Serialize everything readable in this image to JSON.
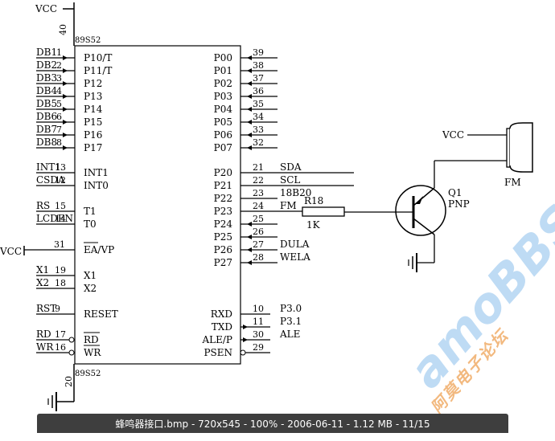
{
  "power": {
    "vcc_top": "VCC",
    "vcc_left": "VCC",
    "vcc_right": "VCC"
  },
  "chip": {
    "name_top": "89S52",
    "name_bottom": "89S52",
    "pin_vcc": "40",
    "pin_gnd": "20"
  },
  "left_pins": [
    {
      "net": "DB1",
      "num": "1",
      "label": "P10/T"
    },
    {
      "net": "DB2",
      "num": "2",
      "label": "P11/T"
    },
    {
      "net": "DB3",
      "num": "3",
      "label": "P12"
    },
    {
      "net": "DB4",
      "num": "4",
      "label": "P13"
    },
    {
      "net": "DB5",
      "num": "5",
      "label": "P14"
    },
    {
      "net": "DB6",
      "num": "6",
      "label": "P15"
    },
    {
      "net": "DB7",
      "num": "7",
      "label": "P16"
    },
    {
      "net": "DB8",
      "num": "8",
      "label": "P17"
    },
    {
      "net": "INT1",
      "num": "13",
      "label": "INT1"
    },
    {
      "net": "CSDA",
      "num": "12",
      "label": "INT0"
    },
    {
      "net": "RS",
      "num": "15",
      "label": "T1"
    },
    {
      "net": "LCDEN",
      "num": "14",
      "label": "T0"
    },
    {
      "net": "",
      "num": "31",
      "label": "EA/VP"
    },
    {
      "net": "X1",
      "num": "19",
      "label": "X1"
    },
    {
      "net": "X2",
      "num": "18",
      "label": "X2"
    },
    {
      "net": "RST",
      "num": "9",
      "label": "RESET"
    },
    {
      "net": "RD",
      "num": "17",
      "label": "RD"
    },
    {
      "net": "WR",
      "num": "16",
      "label": "WR"
    }
  ],
  "right_pins": [
    {
      "num": "39",
      "label": "P00",
      "net": ""
    },
    {
      "num": "38",
      "label": "P01",
      "net": ""
    },
    {
      "num": "37",
      "label": "P02",
      "net": ""
    },
    {
      "num": "36",
      "label": "P03",
      "net": ""
    },
    {
      "num": "35",
      "label": "P04",
      "net": ""
    },
    {
      "num": "34",
      "label": "P05",
      "net": ""
    },
    {
      "num": "33",
      "label": "P06",
      "net": ""
    },
    {
      "num": "32",
      "label": "P07",
      "net": ""
    },
    {
      "num": "21",
      "label": "P20",
      "net": "SDA"
    },
    {
      "num": "22",
      "label": "P21",
      "net": "SCL"
    },
    {
      "num": "23",
      "label": "P22",
      "net": "18B20"
    },
    {
      "num": "24",
      "label": "P23",
      "net": "FM"
    },
    {
      "num": "25",
      "label": "P24",
      "net": ""
    },
    {
      "num": "26",
      "label": "P25",
      "net": ""
    },
    {
      "num": "27",
      "label": "P26",
      "net": "DULA"
    },
    {
      "num": "28",
      "label": "P27",
      "net": "WELA"
    },
    {
      "num": "10",
      "label": "RXD",
      "net": "P3.0"
    },
    {
      "num": "11",
      "label": "TXD",
      "net": "P3.1"
    },
    {
      "num": "30",
      "label": "ALE/P",
      "net": "ALE"
    },
    {
      "num": "29",
      "label": "PSEN",
      "net": ""
    }
  ],
  "resistor": {
    "ref": "R18",
    "value": "1K"
  },
  "transistor": {
    "ref": "Q1",
    "type": "PNP"
  },
  "buzzer": {
    "label": "FM"
  },
  "status_bar": {
    "text": "蜂鸣器接口.bmp - 720x545 - 100% - 2006-06-11 - 1.12 MB - 11/15"
  },
  "watermark": {
    "sub": "阿莫电子论坛",
    "main": "amoBBS"
  }
}
